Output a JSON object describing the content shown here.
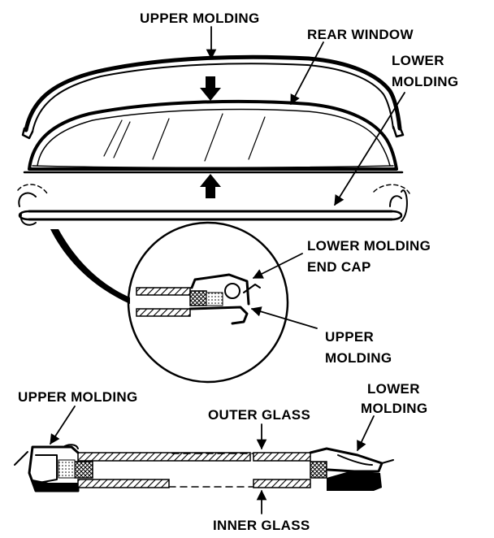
{
  "labels": {
    "top_upper_molding": "UPPER MOLDING",
    "rear_window": "REAR WINDOW",
    "lower_molding_1": "LOWER",
    "lower_molding_2": "MOLDING",
    "end_cap_1": "LOWER MOLDING",
    "end_cap_2": "END CAP",
    "detail_upper_1": "UPPER",
    "detail_upper_2": "MOLDING",
    "section_upper_molding": "UPPER MOLDING",
    "outer_glass": "OUTER GLASS",
    "section_lower_1": "LOWER",
    "section_lower_2": "MOLDING",
    "inner_glass": "INNER GLASS"
  }
}
